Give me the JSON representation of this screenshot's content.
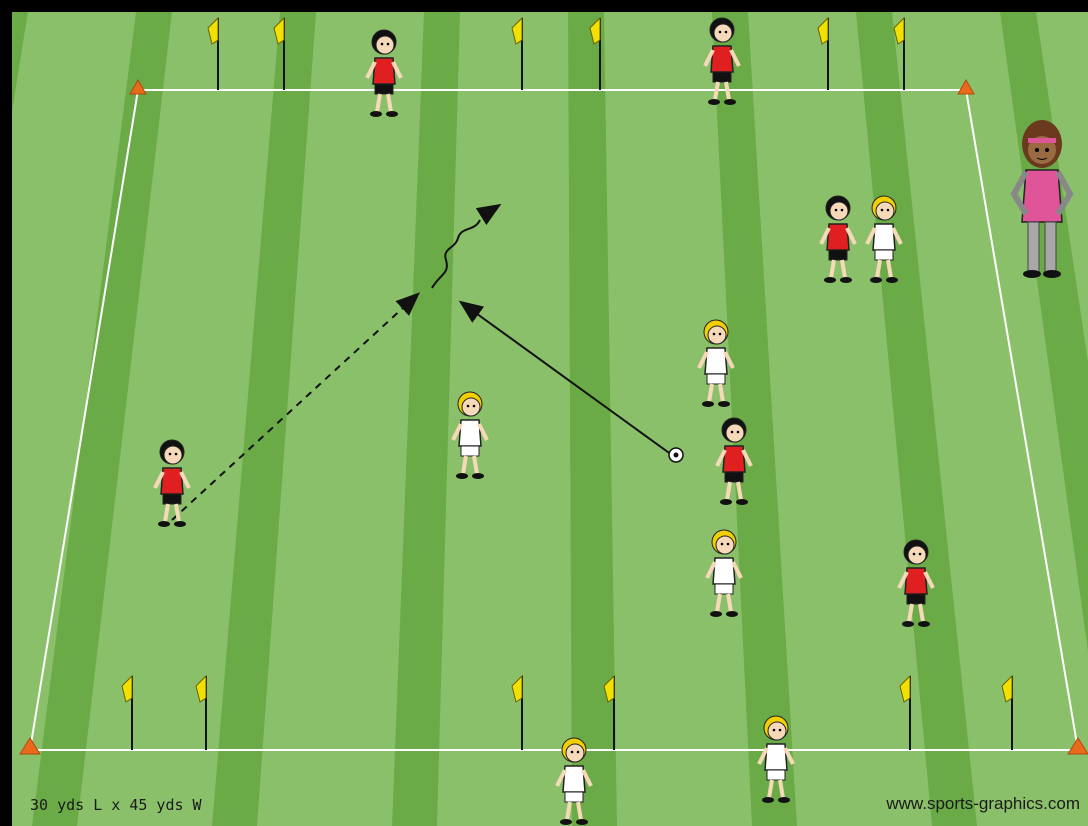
{
  "diagram": {
    "dimensions_label": "30 yds L x 45 yds W",
    "website_label": "www.sports-graphics.com",
    "colors": {
      "grass_light": "#8bc06a",
      "grass_dark": "#6aab48",
      "lines": "#ffffff",
      "cone": "#e86a1a",
      "flag": "#f2e000",
      "red_team": "#e02020",
      "white_team": "#ffffff",
      "coach_shirt": "#e0559a",
      "coach_pants": "#a8a8a8"
    },
    "players": [
      {
        "team": "red",
        "hair": "dark",
        "role": "top-line"
      },
      {
        "team": "red",
        "hair": "dark",
        "role": "top-line"
      },
      {
        "team": "red",
        "hair": "dark",
        "role": "attacker-left"
      },
      {
        "team": "red",
        "hair": "dark",
        "role": "dribbler"
      },
      {
        "team": "red",
        "hair": "dark",
        "role": "pair-top-right"
      },
      {
        "team": "red",
        "hair": "dark",
        "role": "bottom-right"
      },
      {
        "team": "white",
        "hair": "blonde",
        "role": "pair-top-right"
      },
      {
        "team": "white",
        "hair": "blonde",
        "role": "defender-middle"
      },
      {
        "team": "white",
        "hair": "blonde",
        "role": "defender-center"
      },
      {
        "team": "white",
        "hair": "blonde",
        "role": "defender-low"
      },
      {
        "team": "white",
        "hair": "blonde",
        "role": "bottom-line"
      },
      {
        "team": "white",
        "hair": "blonde",
        "role": "bottom-line"
      }
    ],
    "coach": {
      "role": "coach"
    }
  }
}
